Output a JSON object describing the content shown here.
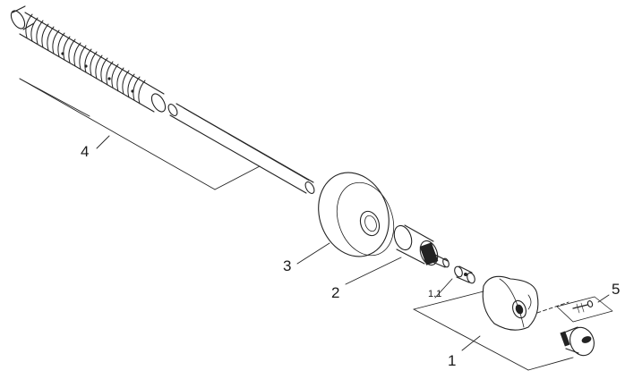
{
  "diagram": {
    "type": "exploded-parts-view",
    "parts": [
      {
        "id": "part-4",
        "label": "4"
      },
      {
        "id": "part-3",
        "label": "3"
      },
      {
        "id": "part-2",
        "label": "2"
      },
      {
        "id": "part-1-1",
        "label": "1.1"
      },
      {
        "id": "part-1",
        "label": "1"
      },
      {
        "id": "part-5",
        "label": "5"
      }
    ]
  }
}
